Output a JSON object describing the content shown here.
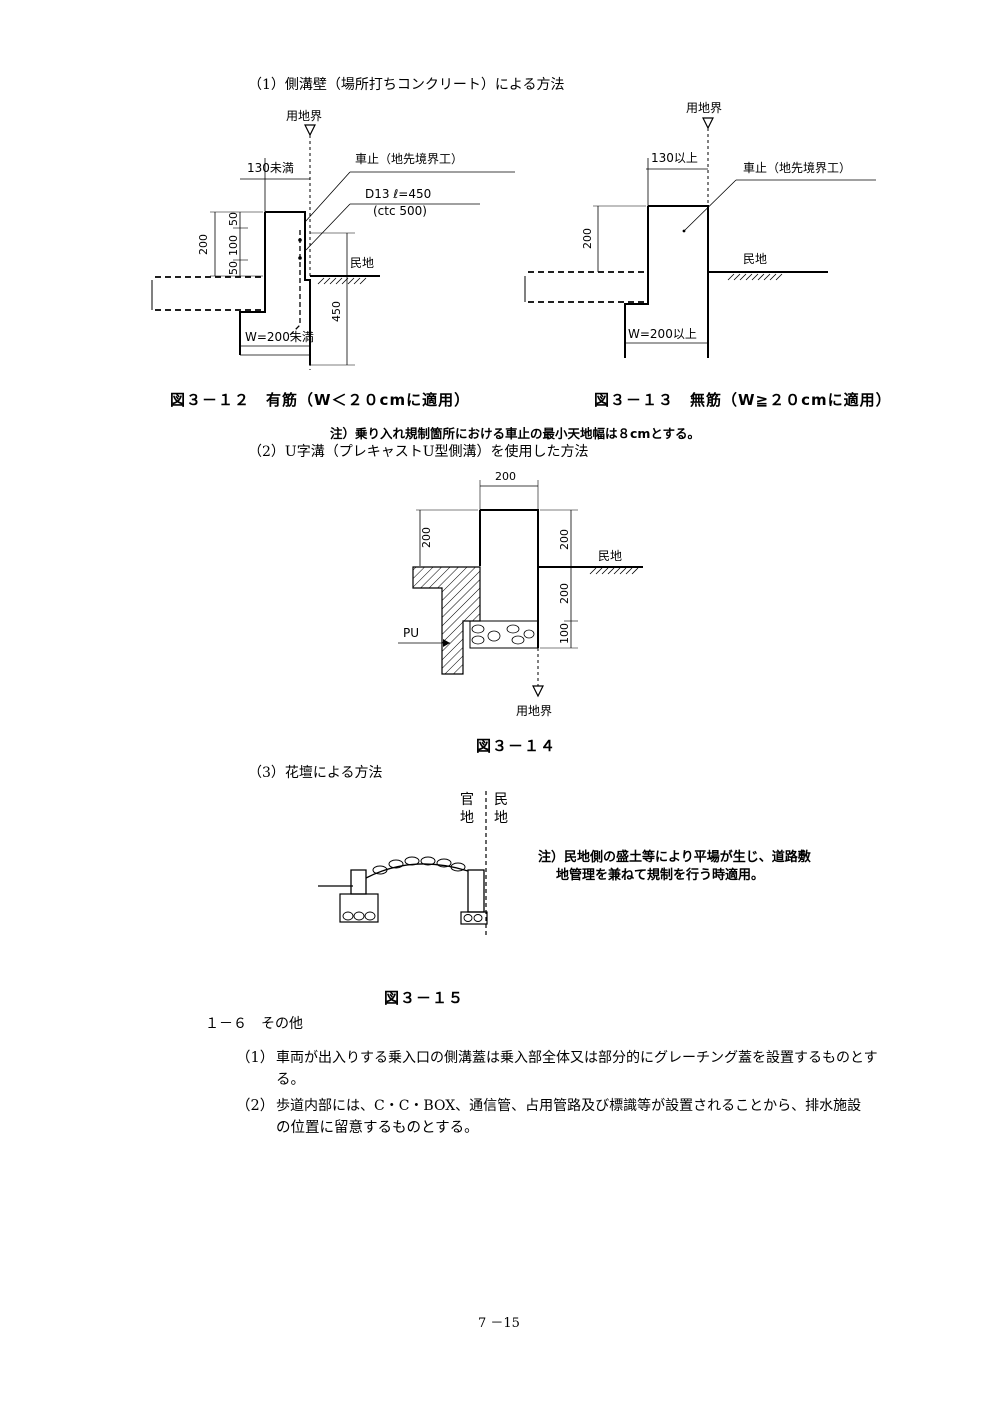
{
  "sections": {
    "s1": "（1）側溝壁（場所打ちコンクリート）による方法",
    "s2": "（2）U字溝（プレキャストU型側溝）を使用した方法",
    "s3": "（3）花壇による方法"
  },
  "fig12": {
    "boundary": "用地界",
    "w130": "130未満",
    "curb": "車止（地先境界工）",
    "rebar1": "D13  ℓ=450",
    "rebar2": "(ctc  500)",
    "d200": "200",
    "d50a": "50",
    "d100": "100",
    "d50b": "50",
    "minchi": "民地",
    "d450": "450",
    "width": "W=200未満",
    "caption": "図３－１２　有筋（W＜２０cmに適用）"
  },
  "fig13": {
    "boundary": "用地界",
    "w130": "130以上",
    "curb": "車止（地先境界工）",
    "d200": "200",
    "minchi": "民地",
    "width": "W=200以上",
    "caption": "図３－１３　無筋（W≧２０cmに適用）"
  },
  "note1": "注）乗り入れ規制箇所における車止の最小天地幅は８cmとする。",
  "fig14": {
    "top": "200",
    "left": "200",
    "right1": "200",
    "right2": "200",
    "right3": "100",
    "minchi": "民地",
    "pu": "PU",
    "boundary": "用地界",
    "caption": "図３－１４"
  },
  "fig15": {
    "kan1": "官",
    "kan2": "地",
    "min1": "民",
    "min2": "地",
    "note_line1": "注）民地側の盛土等により平場が生じ、道路敷",
    "note_line2": "地管理を兼ねて規制を行う時適用。",
    "caption": "図３－１５"
  },
  "other": {
    "heading": "１－６　その他",
    "item1_num": "（1）",
    "item1_line1": "車両が出入りする乗入口の側溝蓋は乗入部全体又は部分的にグレーチング蓋を設置するものとす",
    "item1_line2": "る。",
    "item2_num": "（2）",
    "item2_line1": "歩道内部には、C・C・BOX、通信管、占用管路及び標識等が設置されることから、排水施設",
    "item2_line2": "の位置に留意するものとする。"
  },
  "page_number": "7 －15"
}
